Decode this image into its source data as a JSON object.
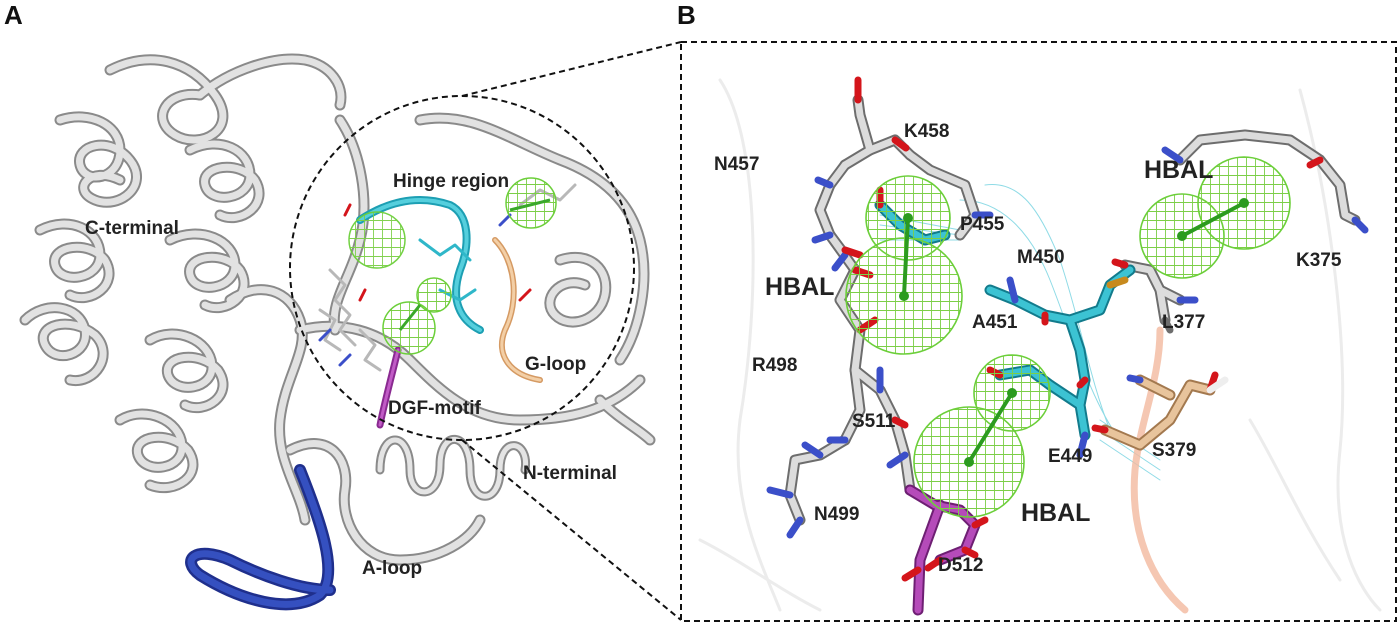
{
  "panels": [
    {
      "letter": "A"
    },
    {
      "letter": "B"
    }
  ],
  "panel_a_labels": {
    "c_terminal": "C-terminal",
    "hinge": "Hinge region",
    "g_loop": "G-loop",
    "dgf": "DGF-motif",
    "n_terminal": "N-terminal",
    "a_loop": "A-loop"
  },
  "panel_b_residues": {
    "k458": "K458",
    "n457": "N457",
    "p455": "P455",
    "m450": "M450",
    "k375": "K375",
    "a451": "A451",
    "l377": "L377",
    "r498": "R498",
    "s511": "S511",
    "e449": "E449",
    "s379": "S379",
    "n499": "N499",
    "d512": "D512"
  },
  "panel_b_features": {
    "hbal_top_right": "HBAL",
    "hbal_left": "HBAL",
    "hbal_bottom": "HBAL"
  },
  "colors": {
    "ribbon": "#d9d9d9",
    "ribbon_edge": "#8c8c8c",
    "hinge_cyan": "#2fb7c9",
    "g_loop_tan": "#e9b98a",
    "dgf_magenta": "#a23aa6",
    "a_loop_blue": "#2a3fa8",
    "pharmacophore_green": "#6ccf3a",
    "oxygen": "#d4151b",
    "nitrogen": "#3b4fc9"
  }
}
